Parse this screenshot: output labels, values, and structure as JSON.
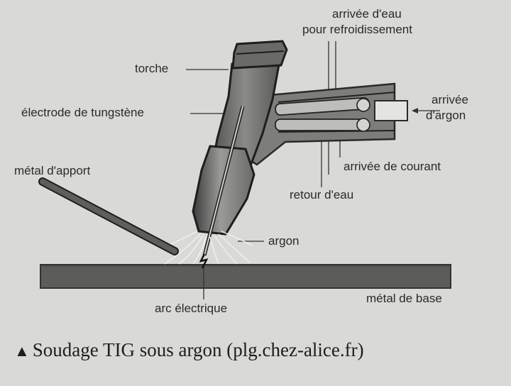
{
  "labels": {
    "water_in_line1": "arrivée d'eau",
    "water_in_line2": "pour refroidissement",
    "torch": "torche",
    "tungsten_electrode": "électrode de tungstène",
    "argon_in_line1": "arrivée",
    "argon_in_line2": "d'argon",
    "filler_metal": "métal d'apport",
    "current_in": "arrivée de courant",
    "water_out": "retour d'eau",
    "argon": "argon",
    "base_metal": "métal de base",
    "electric_arc": "arc électrique"
  },
  "caption": {
    "symbol": "▲",
    "text": "Soudage TIG sous argon (plg.chez-alice.fr)"
  }
}
